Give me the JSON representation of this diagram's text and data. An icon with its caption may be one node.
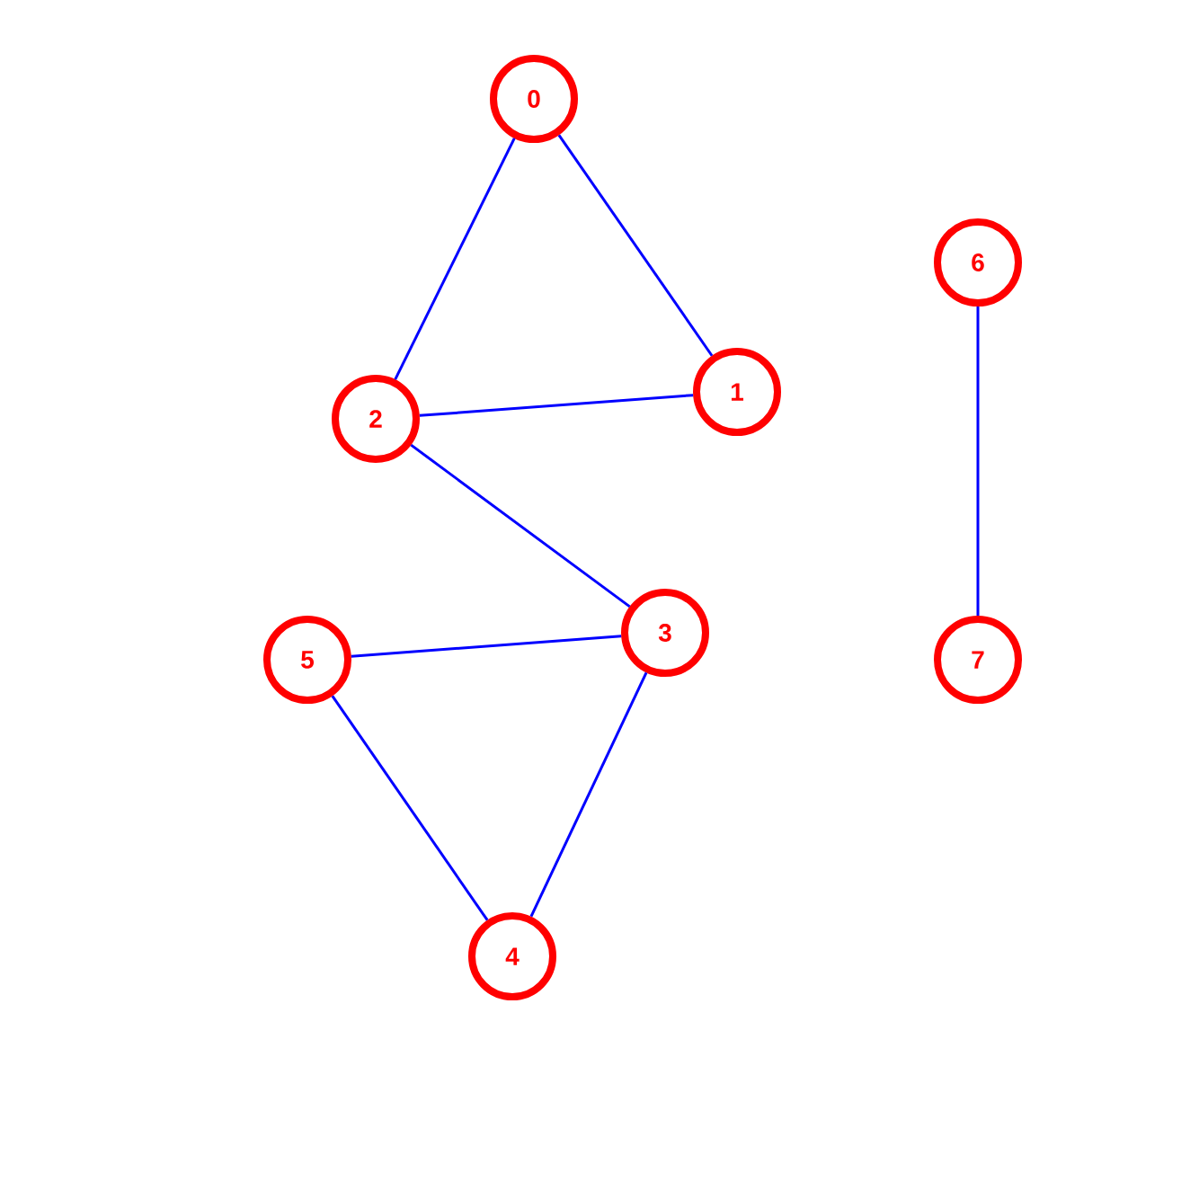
{
  "diagram": {
    "nodes": [
      {
        "text": [
          "0"
        ]
      },
      {
        "text": [
          "1"
        ]
      },
      {
        "text": [
          "2"
        ]
      },
      {
        "text": [
          "3"
        ]
      },
      {
        "text": [
          "4"
        ]
      },
      {
        "text": [
          "5"
        ]
      },
      {
        "text": [
          "6"
        ]
      },
      {
        "text": [
          "7"
        ]
      }
    ],
    "edges": [
      {
        "from": 0,
        "to": 2,
        "arrow": "none"
      },
      {
        "from": 0,
        "to": 1,
        "arrow": "none"
      },
      {
        "from": 2,
        "to": 1,
        "arrow": "none"
      },
      {
        "from": 2,
        "to": 3,
        "arrow": "none"
      },
      {
        "from": 5,
        "to": 3,
        "arrow": "none"
      },
      {
        "from": 5,
        "to": 4,
        "arrow": "none"
      },
      {
        "from": 3,
        "to": 4,
        "arrow": "none"
      },
      {
        "from": 6,
        "to": 7,
        "arrow": "none"
      }
    ]
  }
}
